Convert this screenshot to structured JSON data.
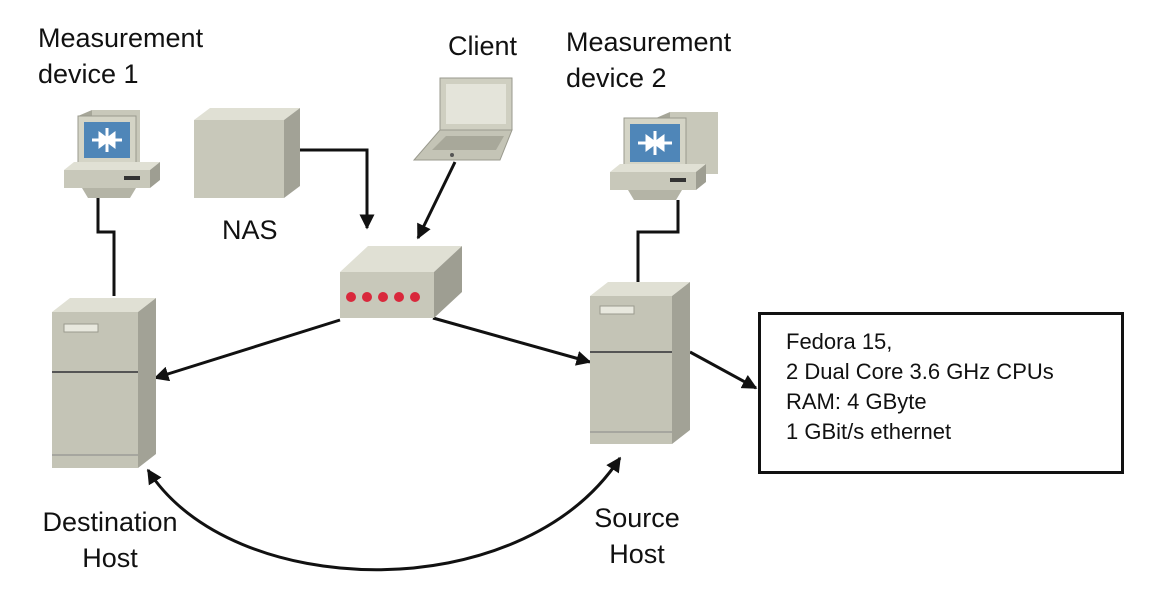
{
  "nodes": {
    "measurement_device_1": {
      "line1": "Measurement",
      "line2": "device 1"
    },
    "measurement_device_2": {
      "line1": "Measurement",
      "line2": "device 2"
    },
    "client": {
      "label": "Client"
    },
    "nas": {
      "label": "NAS"
    },
    "destination_host": {
      "line1": "Destination",
      "line2": "Host"
    },
    "source_host": {
      "line1": "Source",
      "line2": "Host"
    }
  },
  "spec_box": {
    "lines": [
      "Fedora 15,",
      "2 Dual Core 3.6 GHz CPUs",
      "RAM: 4 GByte",
      "1 GBit/s ethernet"
    ]
  },
  "colors": {
    "device_light": "#d4d4c6",
    "device_mid": "#b9b9ab",
    "device_dark": "#8e8e82",
    "screen_blue": "#4f86b8",
    "switch_led": "#d9283c",
    "line": "#111111"
  }
}
